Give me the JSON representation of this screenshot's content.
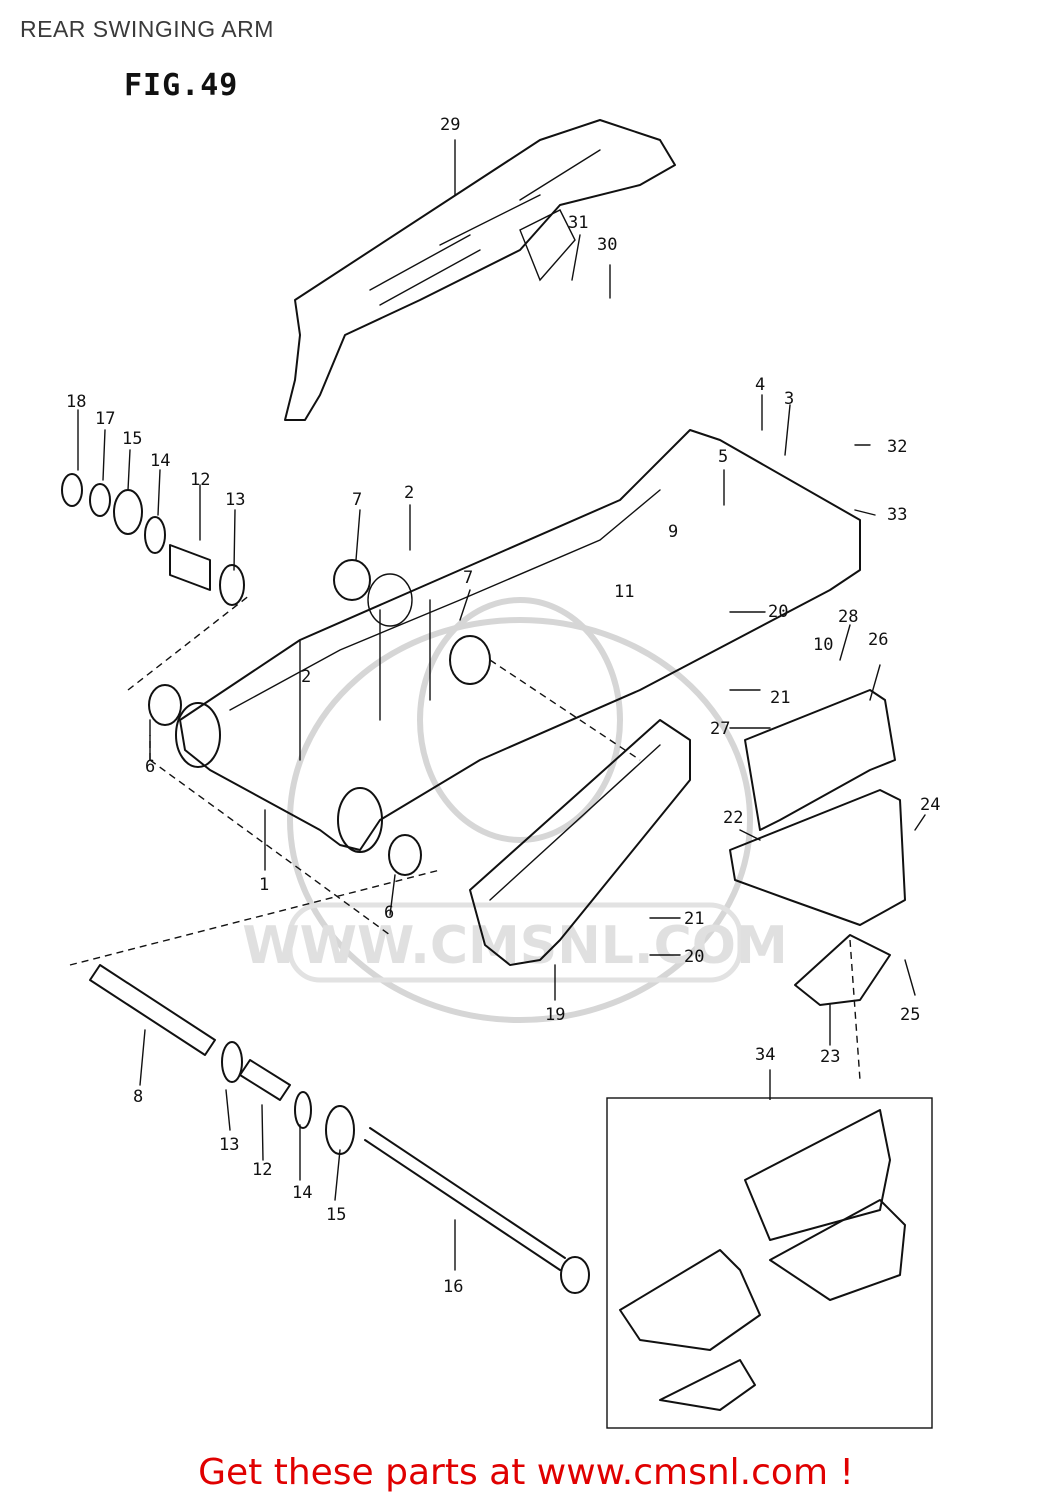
{
  "header": {
    "title": "REAR SWINGING ARM",
    "figure": "FIG.49"
  },
  "watermark": {
    "text": "WWW.CMSNL.COM"
  },
  "callouts": [
    "1",
    "2",
    "3",
    "4",
    "5",
    "6",
    "7",
    "8",
    "9",
    "10",
    "11",
    "12",
    "13",
    "14",
    "15",
    "16",
    "17",
    "18",
    "19",
    "20",
    "21",
    "22",
    "23",
    "24",
    "25",
    "26",
    "27",
    "28",
    "29",
    "30",
    "31",
    "32",
    "33",
    "34"
  ],
  "footer": {
    "cta": "Get these parts at www.cmsnl.com !"
  }
}
